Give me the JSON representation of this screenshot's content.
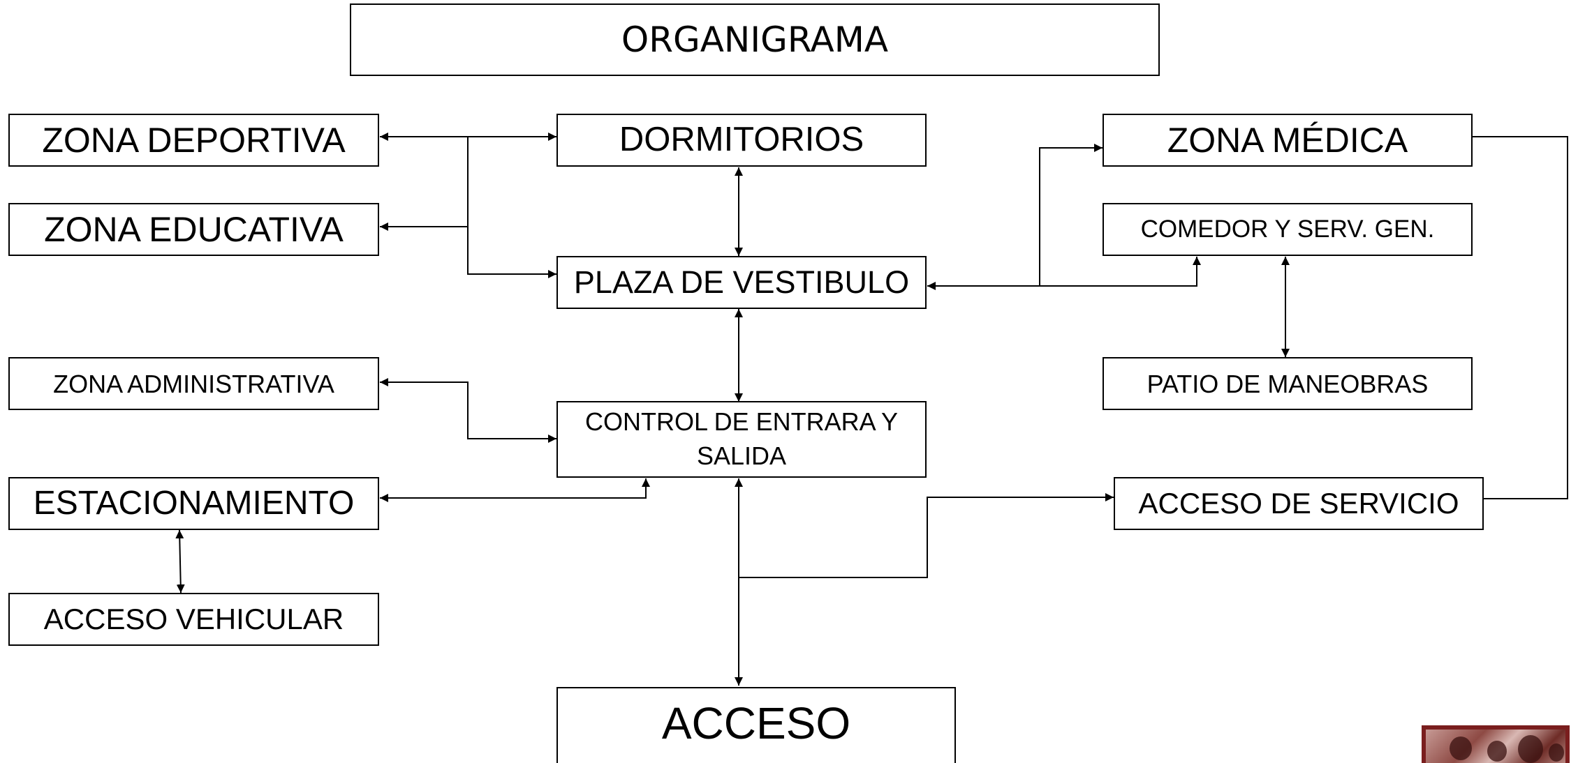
{
  "title": "ORGANIGRAMA",
  "nodes": {
    "zona_deportiva": "ZONA DEPORTIVA",
    "zona_educativa": "ZONA EDUCATIVA",
    "dormitorios": "DORMITORIOS",
    "plaza_vestibulo": "PLAZA DE VESTIBULO",
    "zona_medica": "ZONA MÉDICA",
    "comedor": "COMEDOR Y SERV. GEN.",
    "patio_maneobras": "PATIO DE MANEOBRAS",
    "zona_administrativa": "ZONA ADMINISTRATIVA",
    "control_line1": "CONTROL DE ENTRARA Y",
    "control_line2": "SALIDA",
    "estacionamiento": "ESTACIONAMIENTO",
    "acceso_servicio": "ACCESO DE SERVICIO",
    "acceso_vehicular": "ACCESO VEHICULAR",
    "acceso": "ACCESO"
  },
  "colors": {
    "line": "#000000",
    "photo_frame": "#7a1e1e"
  }
}
